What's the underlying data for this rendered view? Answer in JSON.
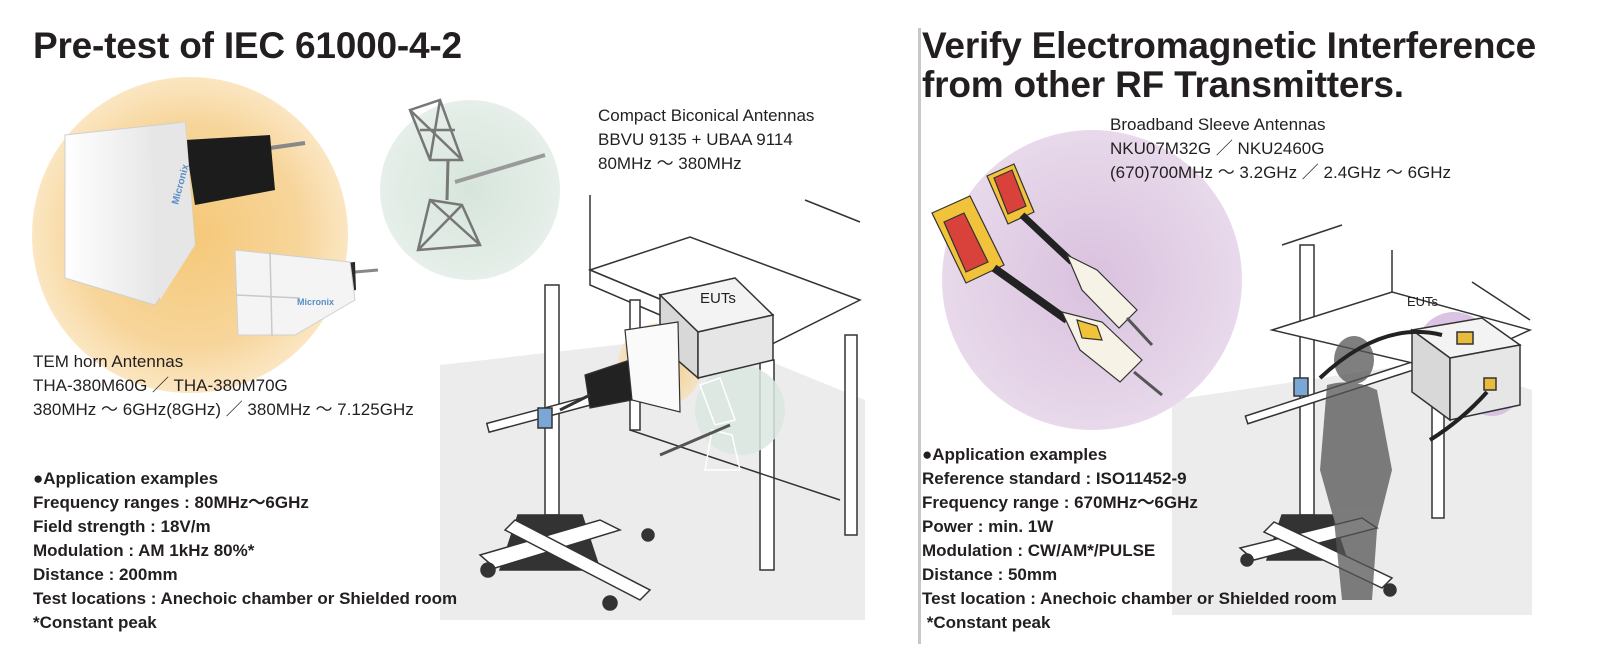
{
  "left": {
    "title": "Pre-test of IEC 61000-4-2",
    "biconical": {
      "name": "Compact Biconical Antennas",
      "model": "BBVU 9135 + UBAA 9114",
      "range": "80MHz ～ 380MHz"
    },
    "tem_horn": {
      "name": "TEM horn Antennas",
      "model": "THA-380M60G ／ THA-380M70G",
      "range": "380MHz ～ 6GHz(8GHz) ／ 380MHz ～ 7.125GHz"
    },
    "euts": "EUTs",
    "application": {
      "heading": "●Application examples",
      "lines": [
        "Frequency ranges : 80MHz～6GHz",
        "Field strength : 18V/m",
        "Modulation : AM 1kHz 80%*",
        "Distance : 200mm",
        "Test locations : Anechoic chamber or Shielded room",
        "*Constant peak"
      ]
    },
    "brand_mark": "Micronix"
  },
  "right": {
    "title_lines": [
      "Verify Electromagnetic Interference",
      "from other RF Transmitters."
    ],
    "sleeve": {
      "name": "Broadband Sleeve Antennas",
      "model": "NKU07M32G ／ NKU2460G",
      "range": "(670)700MHz ～ 3.2GHz ／ 2.4GHz ～ 6GHz"
    },
    "euts": "EUTs",
    "application": {
      "heading": "●Application examples",
      "lines": [
        "Reference standard : ISO11452-9",
        "Frequency range : 670MHz～6GHz",
        "Power : min. 1W",
        "Modulation :  CW/AM*/PULSE",
        "Distance : 50mm",
        "Test location : Anechoic chamber or Shielded room",
        " *Constant peak"
      ]
    }
  },
  "colors": {
    "tem_glow": "#f7d59a",
    "bicon_glow": "#dde9e2",
    "sleeve_glow": "#e3cfe6",
    "floor": "#ececec",
    "text": "#231f20",
    "clamp": "#7aa7d6",
    "divider": "#c8c8c8"
  },
  "icons": [
    "tem-horn-antenna-icon",
    "biconical-antenna-icon",
    "sleeve-antenna-icon",
    "test-stand-icon",
    "table-icon",
    "eut-box-icon",
    "person-silhouette-icon"
  ]
}
